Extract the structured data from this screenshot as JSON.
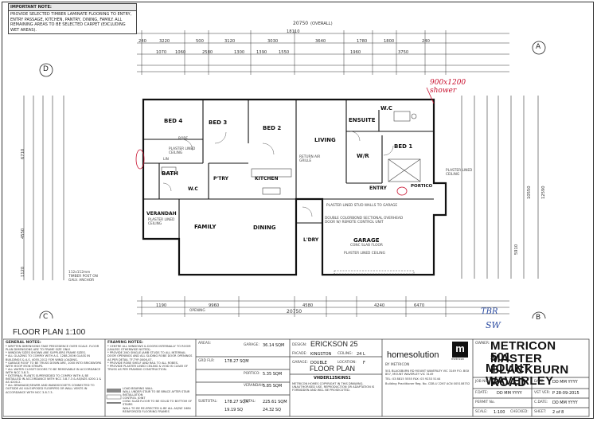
{
  "note": {
    "heading": "IMPORTANT NOTE:",
    "body": "PROVIDE SELECTED TIMBER LAMINATE FLOORING TO ENTRY, ENTRY PASSAGE, KITCHEN, PANTRY, DINING, FAMILY. ALL REMAINING AREAS TO BE SELECTED CARPET (EXCLUDING WET AREAS)."
  },
  "plan": {
    "overall_width": "20750",
    "overall_sub": "(OVERALL)",
    "top_dims_row1": [
      "240",
      "3220",
      "500",
      "3120",
      "3030",
      "3640",
      "1780",
      "1800",
      "240"
    ],
    "top_dims_row2": [
      "1070",
      "1060",
      "2580",
      "1300",
      "1390",
      "1550",
      "1960",
      "3750"
    ],
    "top_total": "18110",
    "bottom_total": "20750",
    "bottom_dims": [
      "1190",
      "9960",
      "4580",
      "4240",
      "6470"
    ],
    "left_dims": [
      "6710",
      "4550",
      "1120"
    ],
    "right_dims": [
      "12590",
      "10550",
      "5910"
    ],
    "rooms": {
      "bed4": "BED 4",
      "bed3": "BED 3",
      "bed2": "BED 2",
      "bed1": "BED 1",
      "living": "LIVING",
      "ensuite": "ENSUITE",
      "wc1": "W.C",
      "wir": "W/R",
      "bath": "BATH",
      "wc2": "W.C",
      "ptry": "P'TRY",
      "kitchen": "KITCHEN",
      "entry": "ENTRY",
      "portico": "PORTICO",
      "verandah": "VERANDAH",
      "family": "FAMILY",
      "dining": "DINING",
      "ldry": "L'DRY",
      "garage": "GARAGE",
      "robe": "ROBE",
      "lin": "LIN"
    },
    "annotations": {
      "red_note": "900x1200 shower",
      "blue_note_1": "TBR",
      "blue_note_2": "SW",
      "garage_roof": "PLASTER LINED STUD WALLS TO GARAGE",
      "garage_door": "DOUBLE COLORBOND SECTIONAL OVERHEAD DOOR W/ REMOTE CONTROL UNIT",
      "garage_floor": "CONC SLAB FLOOR",
      "garage_ceiling": "PLASTER LINED CEILING",
      "verandah_ceiling": "PLASTER LINED CEILING",
      "portico_ceiling": "PLASTER LINED CEILING",
      "timber_post": "112x112mm TIMBER POST ON GALV. ANCHOR",
      "return_air": "RETURN AIR GRILLE",
      "lined_ceiling": "PLASTER LINED CEILING",
      "stair": "OPENING"
    },
    "grid_labels": [
      "A",
      "B",
      "C",
      "D"
    ],
    "floor_plan_title": "FLOOR PLAN 1:100"
  },
  "title_block": {
    "general_notes_heading": "GENERAL NOTES:",
    "general_notes": [
      "* WRITTEN DIMENSIONS TAKE PRECEDENCE OVER SCALE. FLOOR PLAN DIMENSIONS ARE TO FRAME SIZE ONLY.",
      "* WINDOW SIZES SHOWN ARE SUPPLIERS FRAME SIZES.",
      "* ALL GLAZING TO COMPLY WITH A.S. 1288-2006 GLASS IN BUILDINGS & A.S. 4055-2012 FOR WIND LOADING.",
      "* GARAGE ROOF TO BE TRUSS DOWN ARE, 1000 INTO BRICKWORK WITH HOOP IRON STRAPS.",
      "* ALL WATER CLOSET DOORS TO BE REMOVABLE IN ACCORDANCE WITH NCC 3.8.3.",
      "* EXTERNAL PLANTS SUPERSEDED TO COMPLY WITH & BE INSTALLED IN ACCORDANCE WITH NCC 3.8.7.3 & AS/NZS 4200.1 & AS 4200.2.",
      "* ALL DRAINAGE/SEWER AND WANDSOCKETS CONNECTED TO OUTSIDE AS VIA EXPOSED FLEXPIPES OR WALL VENTS IN ACCORDANCE WITH NCC 3.8.7.3."
    ],
    "framing_heading": "FRAMING NOTES:",
    "framing_notes": [
      "* CENTRE ALL WINDOWS & DOORS INTERNALLY TO ROOM (UNLESS OTHERWISE NOTED).",
      "* PROVIDE 2NO SINGLE JAMB STUDS TO ALL INTERNAL DOOR OPENINGS AND ALL SLIDING ROBE DOOR OPENINGS AS PER DETAIL TF-TYP-0006-07.",
      "* PROVIDE ROBE SHELF AND RAIL TO ALL ROBES.",
      "* PROVIDE PLASTER LINED CEILING & VOID IS CLEAR OF TRUSS AS PER FRAMING CONSTRUCTION."
    ],
    "legend": [
      "LOAD BEARING WALL",
      "WALL UNDER STAIR TO BE BRACE AFTER STAIR INSTALLATION",
      "CONTROL JOINT",
      "CONC SLAB FLOOR TO BE SOLID TO BOTTOM OF STAIRS",
      "WALL TO BE RE-ERECTED & BE ALL AS/NZ 1684",
      "REINFORCED FLOORING FRAMES"
    ],
    "areas_label": "AREAS:",
    "areas": [
      {
        "label": "GRD FLR:",
        "value": "178.27 SQM",
        "label2": "GARAGE:",
        "value2": "36.14 SQM"
      },
      {
        "label": "",
        "value": "",
        "label2": "PORTICO:",
        "value2": "5.35 SQM"
      },
      {
        "label": "",
        "value": "",
        "label2": "VERANDAH:",
        "value2": "5.85 SQM"
      },
      {
        "label": "SUBTOTAL:",
        "value": "178.27 SQM",
        "label2": "TOTAL:",
        "value2": "225.61 SQM"
      },
      {
        "label": "",
        "value": "19.19 SQ",
        "label2": "",
        "value2": "24.32 SQ"
      }
    ],
    "design_label": "DESIGN:",
    "design": "ERICKSON 25",
    "facade_label": "FACADE:",
    "facade": "KINGSTON",
    "ceiling_label": "CEILING:",
    "ceiling": "24 L",
    "garage_label": "GARAGE:",
    "garage": "DOUBLE",
    "location_label": "LOCATION:",
    "location": "F",
    "sheet_title": "FLOOR PLAN",
    "sheet_code": "VHDER125KIN51",
    "copyright": "METRICON HOMES COPYRIGHT IN THIS DRAWING. UNAUTHORISED USE, REPRODUCTION OR ADAPTATION IS FORBIDDEN AND WILL BE PROSECUTED.",
    "brand_name": "homesolution",
    "brand_by": "BY METRICON",
    "brand_logo_text": "m",
    "brand_logo_sub": "metricon",
    "brand_address": "501 BLACKBURN RD MOUNT WAVERLEY VIC 3149 P.O. BOX 857, MOUNT WAVERLEY VIC 3149",
    "brand_phone": "TEL: 03 8815 5555 FAX: 03 9233 5144",
    "brand_reg": "Building Practitioner Reg. No. CDB-U 2267 ACN 005108752",
    "owner_label": "OWNER:",
    "owner": "METRICON MASTER",
    "address_line1": "501 BLACKBURN ROAD",
    "address_line2": "MOUNT WAVERLEY",
    "job_label": "JOB NO:",
    "fdate_label": "F.DATE:",
    "fdate": "DD MM YYYY",
    "cdate_label": "C.DATE:",
    "cdate": "DD MM YYYY",
    "date_label": "DATE:",
    "date": "DD MM YYYY",
    "vst_label": "VST VER:",
    "vst": "P 28-09-2015",
    "permit_label": "PERMIT No.",
    "scale_label": "SCALE:",
    "scale": "1:100",
    "checked_label": "CHECKED:",
    "sheet_label": "SHEET:",
    "sheet": "2 of 8"
  }
}
